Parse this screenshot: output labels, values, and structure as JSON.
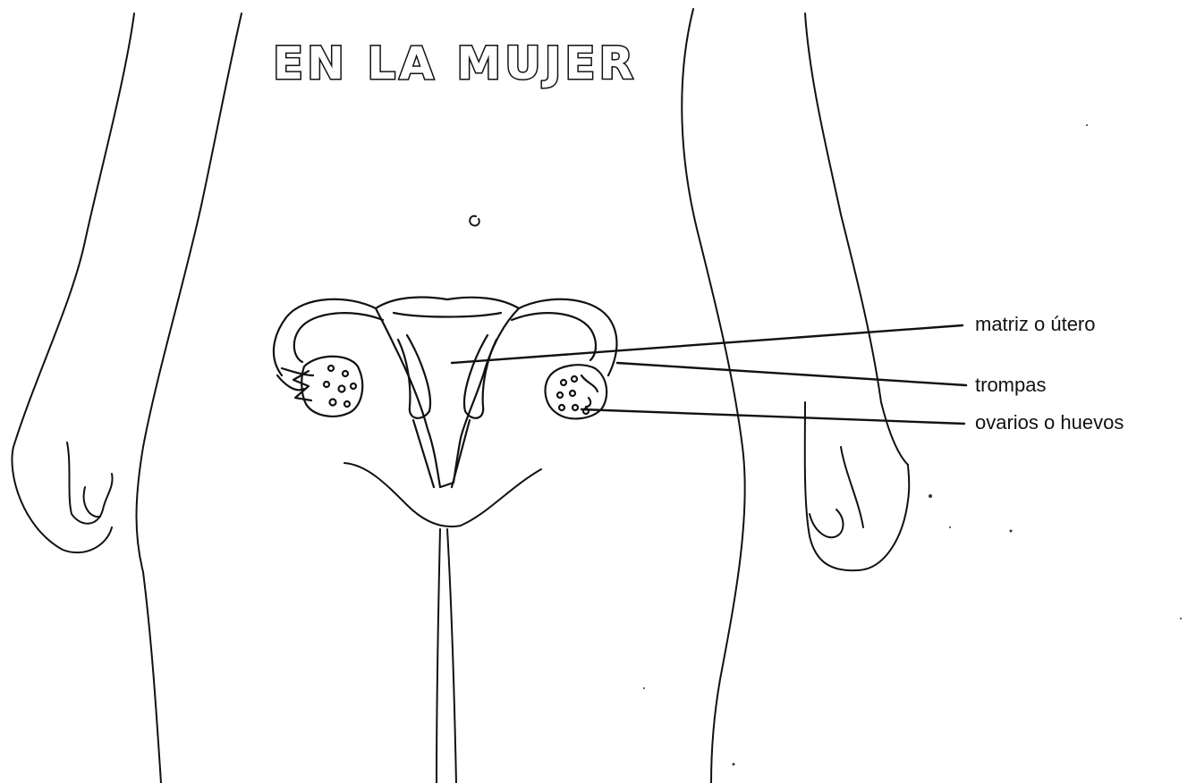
{
  "title": "EN LA MUJER",
  "labels": {
    "uterus": "matriz o útero",
    "tubes": "trompas",
    "ovaries": "ovarios o huevos"
  }
}
